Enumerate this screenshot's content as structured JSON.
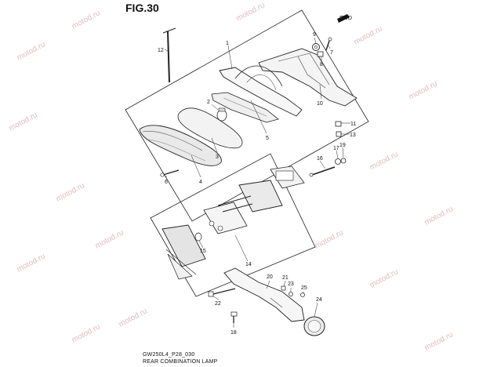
{
  "figure": {
    "title": "FIG.30"
  },
  "footer": {
    "code": "GW250L4_P28_030",
    "caption": "REAR COMBINATION LAMP"
  },
  "watermark": {
    "text": "motod.ru",
    "color": "#e3bcbc"
  },
  "fwd_label": "FWD",
  "callouts": [
    {
      "id": "c1",
      "label": "1"
    },
    {
      "id": "c2",
      "label": "2"
    },
    {
      "id": "c3",
      "label": "3"
    },
    {
      "id": "c4",
      "label": "4"
    },
    {
      "id": "c5",
      "label": "5"
    },
    {
      "id": "c6",
      "label": "6"
    },
    {
      "id": "c7",
      "label": "7"
    },
    {
      "id": "c8",
      "label": "8"
    },
    {
      "id": "c9",
      "label": "9"
    },
    {
      "id": "c10",
      "label": "10"
    },
    {
      "id": "c11",
      "label": "11"
    },
    {
      "id": "c12",
      "label": "12"
    },
    {
      "id": "c13",
      "label": "13"
    },
    {
      "id": "c14",
      "label": "14"
    },
    {
      "id": "c15",
      "label": "15"
    },
    {
      "id": "c16",
      "label": "16"
    },
    {
      "id": "c17",
      "label": "17"
    },
    {
      "id": "c18",
      "label": "18"
    },
    {
      "id": "c19",
      "label": "19"
    },
    {
      "id": "c20",
      "label": "20"
    },
    {
      "id": "c21",
      "label": "21"
    },
    {
      "id": "c22",
      "label": "22"
    },
    {
      "id": "c23",
      "label": "23"
    },
    {
      "id": "c24",
      "label": "24"
    },
    {
      "id": "c25",
      "label": "25"
    }
  ]
}
